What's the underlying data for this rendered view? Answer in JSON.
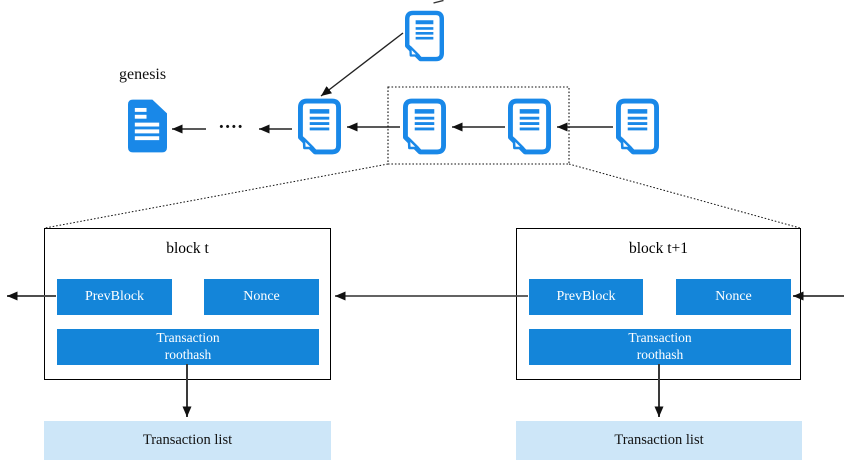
{
  "chain": {
    "genesis_label": "genesis",
    "ellipsis": "....",
    "icon_names": {
      "genesis": "genesis-block-document-icon",
      "chain_block": "block-document-icon",
      "incoming_block": "new-block-document-icon"
    }
  },
  "blocks": [
    {
      "title": "block t",
      "prev_label": "PrevBlock",
      "nonce_label": "Nonce",
      "roothash_line1": "Transaction",
      "roothash_line2": "roothash",
      "txlist_label": "Transaction list"
    },
    {
      "title": "block t+1",
      "prev_label": "PrevBlock",
      "nonce_label": "Nonce",
      "roothash_line1": "Transaction",
      "roothash_line2": "roothash",
      "txlist_label": "Transaction list"
    }
  ],
  "colors": {
    "accent_blue": "#1485d9",
    "icon_blue": "#1988e8",
    "light_blue": "#cde6f8",
    "line_dark": "#222222",
    "line_gray": "#4d4d4d"
  }
}
